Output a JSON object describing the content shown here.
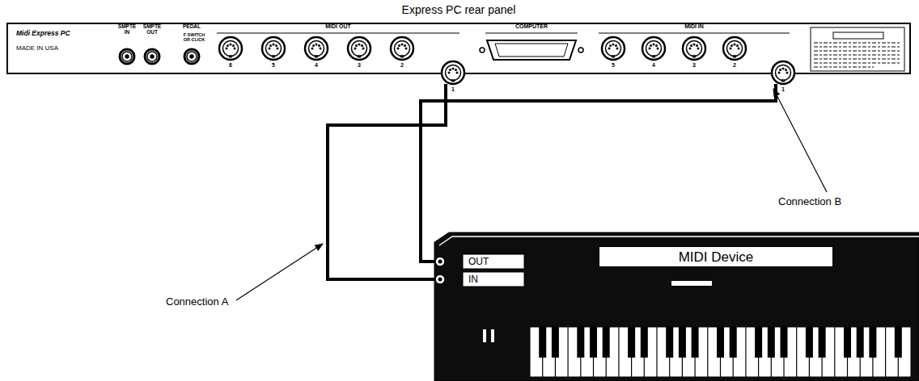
{
  "diagram": {
    "nodes": [
      {
        "text": [
          "Express PC rear panel"
        ]
      },
      {
        "text": [
          "1"
        ],
        "in": 0
      },
      {
        "text": [
          "1"
        ],
        "in": 0
      },
      {
        "text": [
          "MIDI Device"
        ]
      },
      {
        "text": [
          "OUT"
        ],
        "in": 3
      },
      {
        "text": [
          "IN"
        ],
        "in": 3
      }
    ],
    "edges": [
      {
        "from": 1,
        "to": 5,
        "arrow": "none"
      },
      {
        "from": 4,
        "to": 2,
        "arrow": "none"
      }
    ],
    "labels": [
      "Midi Express PC",
      "MADE IN USA",
      "SMPTE IN",
      "SMPTE OUT",
      "PEDAL",
      "F SWITCH OR CLICK",
      "MIDI OUT",
      "6",
      "5",
      "4",
      "3",
      "2",
      "COMPUTER",
      "MIDI IN",
      "5",
      "4",
      "3",
      "2",
      "Connection A",
      "Connection B"
    ]
  }
}
